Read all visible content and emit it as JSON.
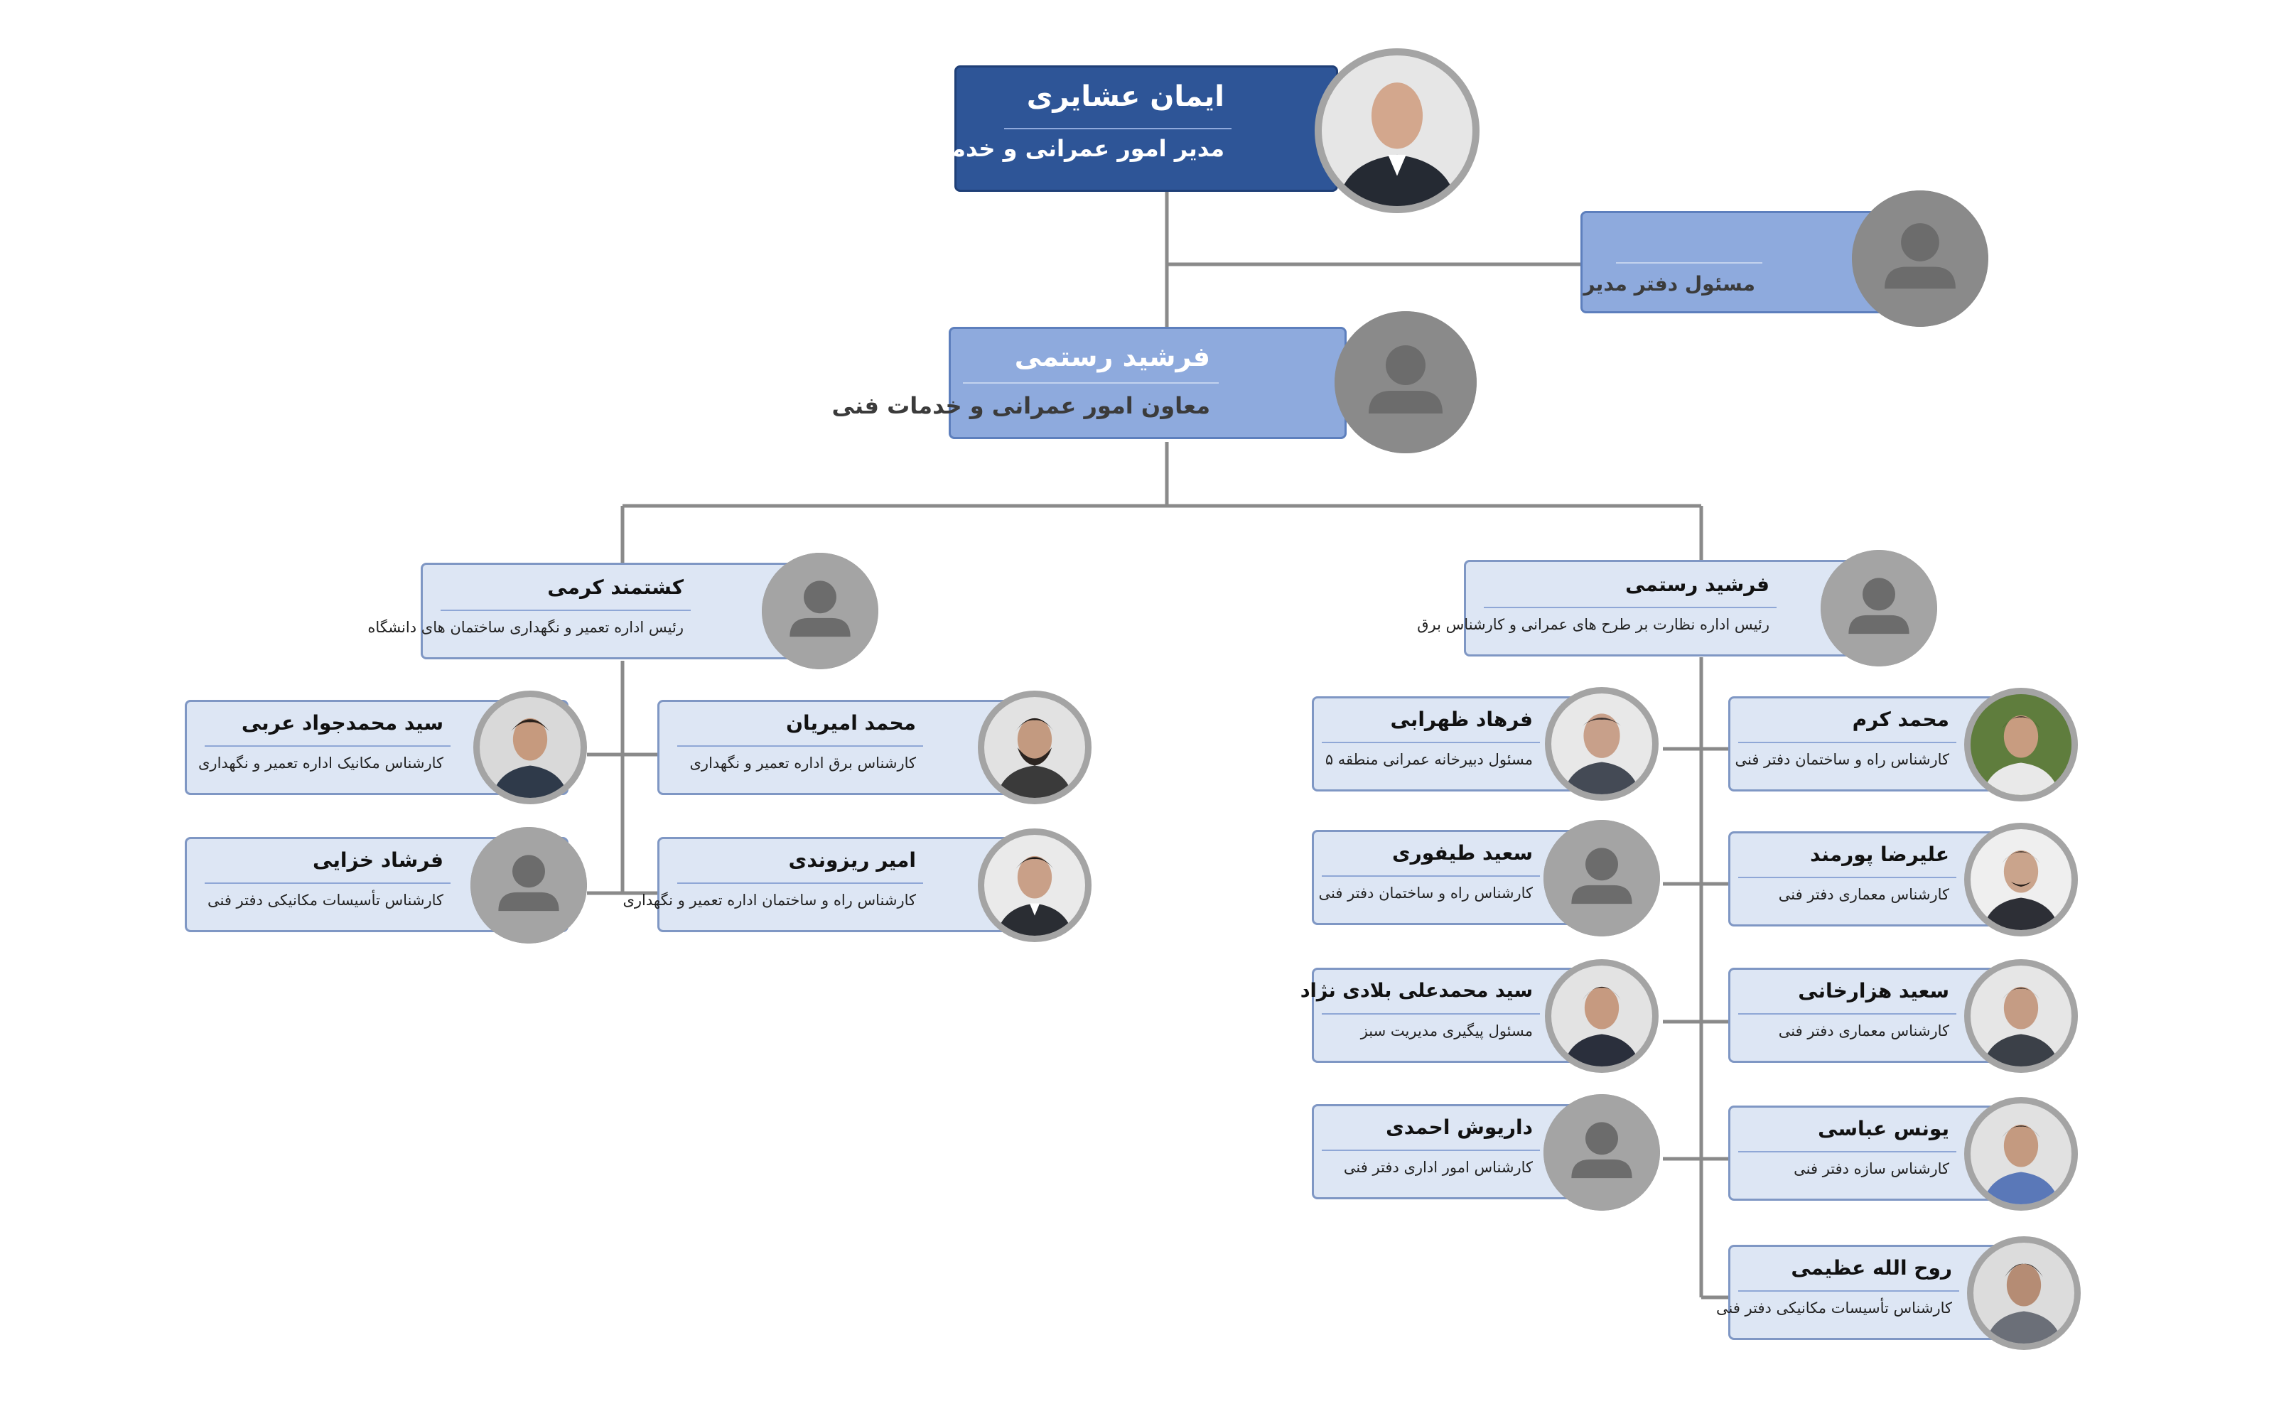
{
  "nodes": [
    {
      "id": "root",
      "name": "ایمان عشایری",
      "title": "مدیر امور عمرانی و خدمات فنی",
      "photo": "portrait-photo",
      "style": "root"
    },
    {
      "id": "office",
      "name": "",
      "title": "مسئول دفتر مدیر",
      "photo": "user-placeholder-icon",
      "style": "mid"
    },
    {
      "id": "deputy",
      "name": "فرشید رستمی",
      "title": "معاون امور عمرانی و خدمات فنی",
      "photo": "user-placeholder-icon",
      "style": "mid"
    },
    {
      "id": "karami",
      "name": "کشتمند کرمی",
      "title": "رئیس اداره تعمیر و نگهداری ساختمان های دانشگاه",
      "photo": "user-placeholder-icon",
      "style": "leaf"
    },
    {
      "id": "rostami2",
      "name": "فرشید رستمی",
      "title": "رئیس اداره نظارت بر طرح های عمرانی و کارشناس برق",
      "photo": "user-placeholder-icon",
      "style": "leaf"
    },
    {
      "id": "arabi",
      "name": "سید محمدجواد عربی",
      "title": "کارشناس مکانیک اداره تعمیر و نگهداری",
      "photo": "portrait-photo",
      "style": "leaf"
    },
    {
      "id": "amirian",
      "name": "محمد امیریان",
      "title": "کارشناس برق اداره تعمیر و نگهداری",
      "photo": "portrait-photo",
      "style": "leaf"
    },
    {
      "id": "khazaei",
      "name": "فرشاد خزایی",
      "title": "کارشناس تأسیسات مکانیکی دفتر فنی",
      "photo": "user-placeholder-icon",
      "style": "leaf"
    },
    {
      "id": "rizvandi",
      "name": "امیر ریزوندی",
      "title": "کارشناس راه و ساختمان اداره تعمیر و نگهداری",
      "photo": "portrait-photo",
      "style": "leaf"
    },
    {
      "id": "zahrabi",
      "name": "فرهاد ظهرابی",
      "title": "مسئول دبیرخانه عمرانی منطقه ۵",
      "photo": "portrait-photo",
      "style": "leaf"
    },
    {
      "id": "karam",
      "name": "محمد کرم",
      "title": "کارشناس راه و ساختمان دفتر فنی",
      "photo": "portrait-photo",
      "style": "leaf"
    },
    {
      "id": "teyfouri",
      "name": "سعید طیفوری",
      "title": "کارشناس راه و ساختمان دفتر فنی",
      "photo": "user-placeholder-icon",
      "style": "leaf"
    },
    {
      "id": "pourmand",
      "name": "علیرضا پورمند",
      "title": "کارشناس معماری دفتر فنی",
      "photo": "portrait-photo",
      "style": "leaf"
    },
    {
      "id": "beladi",
      "name": "سید محمدعلی بلادی نژاد",
      "title": "مسئول پیگیری مدیریت سبز",
      "photo": "portrait-photo",
      "style": "leaf"
    },
    {
      "id": "hezarkhani",
      "name": "سعید هزارخانی",
      "title": "کارشناس معماری دفتر فنی",
      "photo": "portrait-photo",
      "style": "leaf"
    },
    {
      "id": "ahmadi",
      "name": "داریوش احمدی",
      "title": "کارشناس امور اداری دفتر فنی",
      "photo": "user-placeholder-icon",
      "style": "leaf"
    },
    {
      "id": "abbasi",
      "name": "یونس عباسی",
      "title": "کارشناس سازه دفتر فنی",
      "photo": "portrait-photo",
      "style": "leaf"
    },
    {
      "id": "azimi",
      "name": "روح الله عظیمی",
      "title": "کارشناس تأسیسات مکانیکی دفتر فنی",
      "photo": "portrait-photo",
      "style": "leaf"
    }
  ],
  "relations": [
    {
      "from": "root",
      "to": "office"
    },
    {
      "from": "root",
      "to": "deputy"
    },
    {
      "from": "deputy",
      "to": "karami"
    },
    {
      "from": "deputy",
      "to": "rostami2"
    },
    {
      "from": "karami",
      "to": "arabi"
    },
    {
      "from": "karami",
      "to": "amirian"
    },
    {
      "from": "karami",
      "to": "khazaei"
    },
    {
      "from": "karami",
      "to": "rizvandi"
    },
    {
      "from": "rostami2",
      "to": "zahrabi"
    },
    {
      "from": "rostami2",
      "to": "karam"
    },
    {
      "from": "rostami2",
      "to": "teyfouri"
    },
    {
      "from": "rostami2",
      "to": "pourmand"
    },
    {
      "from": "rostami2",
      "to": "beladi"
    },
    {
      "from": "rostami2",
      "to": "hezarkhani"
    },
    {
      "from": "rostami2",
      "to": "ahmadi"
    },
    {
      "from": "rostami2",
      "to": "abbasi"
    },
    {
      "from": "rostami2",
      "to": "azimi"
    }
  ]
}
